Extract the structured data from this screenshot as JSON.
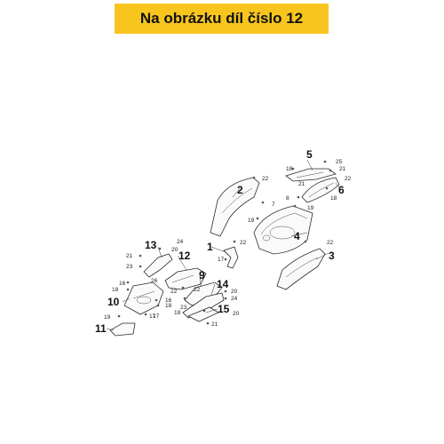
{
  "banner": {
    "text": "Na obrázku díl číslo 12",
    "color": "#f7c51e"
  },
  "diagram": {
    "big_labels": [
      "1",
      "2",
      "3",
      "4",
      "5",
      "6",
      "9",
      "10",
      "11",
      "12",
      "13",
      "14",
      "15"
    ],
    "small_labels": [
      "25",
      "18",
      "21",
      "22",
      "7",
      "18",
      "22",
      "21",
      "8",
      "19",
      "17",
      "19",
      "22",
      "22",
      "17",
      "20",
      "24",
      "21",
      "23",
      "16",
      "18",
      "26",
      "22",
      "18",
      "16",
      "17",
      "19",
      "20",
      "24",
      "23",
      "21",
      "22",
      "20",
      "18"
    ]
  }
}
